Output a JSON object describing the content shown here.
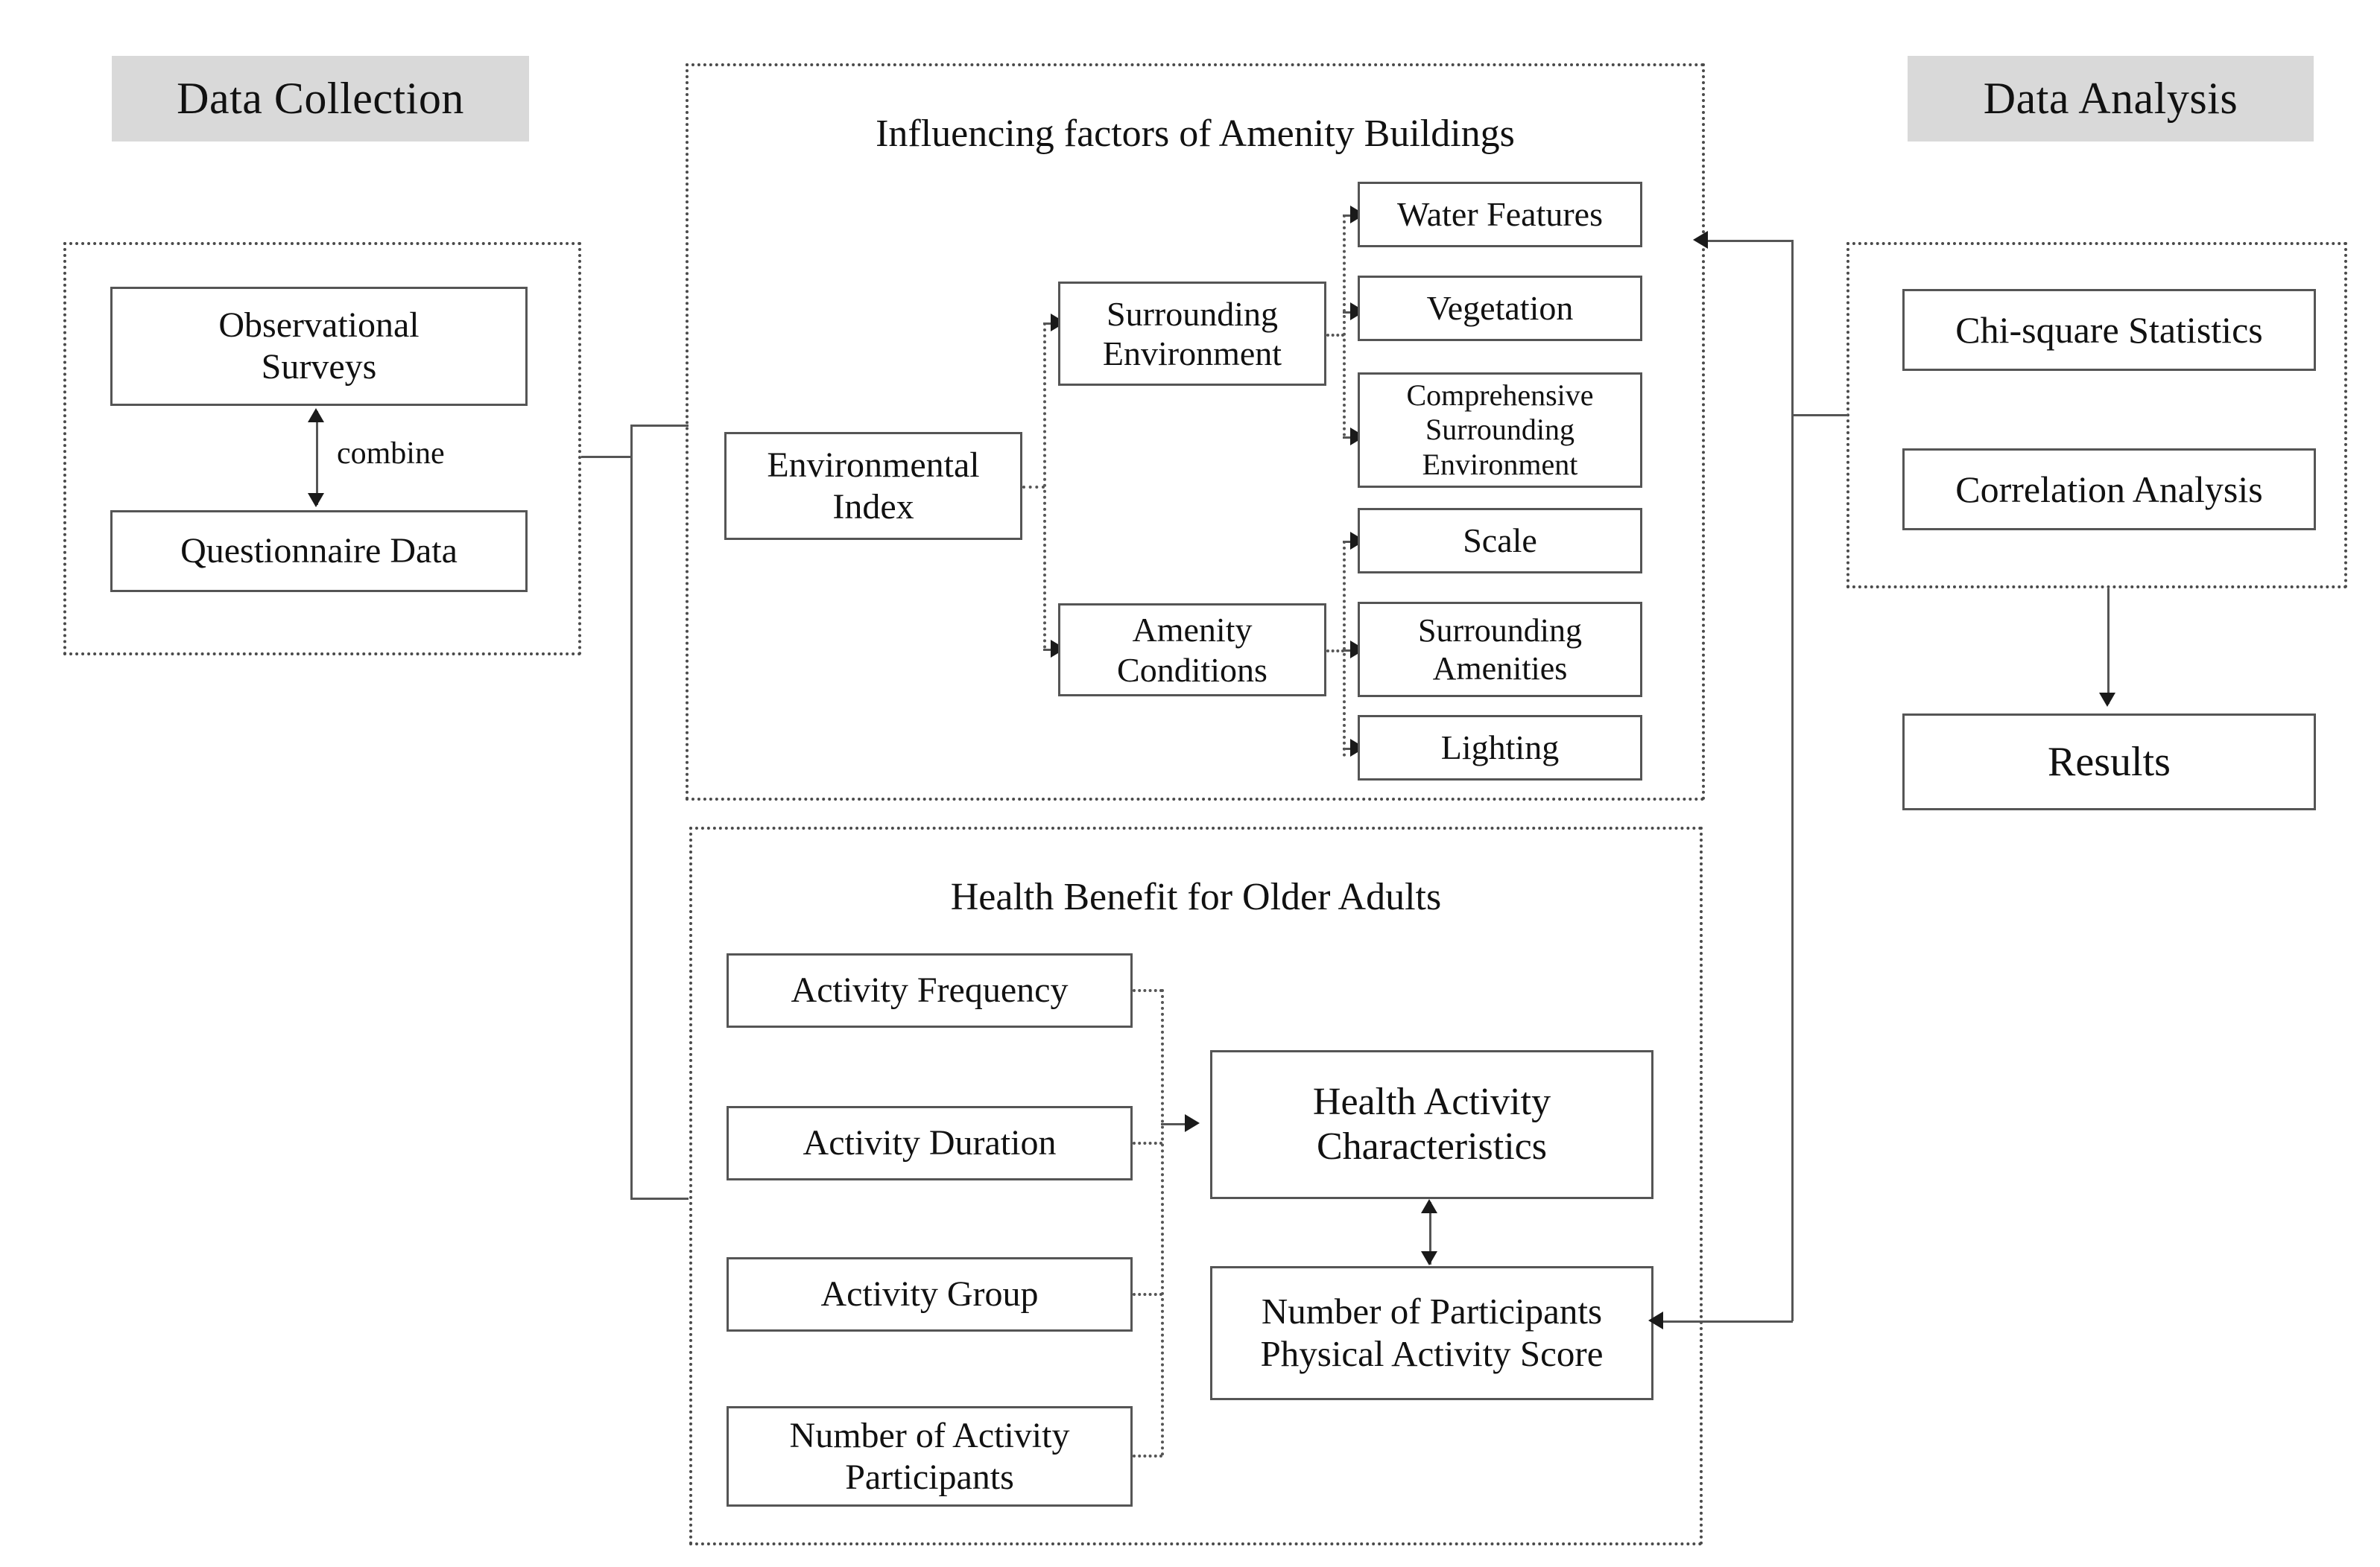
{
  "diagram": {
    "type": "research-framework-flowchart",
    "sections": {
      "data_collection": {
        "header": "Data Collection",
        "boxes": [
          {
            "label": "Observational\nSurveys"
          },
          {
            "label": "Questionnaire Data"
          }
        ],
        "edge_label": "combine"
      },
      "influencing_factors": {
        "title": "Influencing factors of Amenity Buildings",
        "root": "Environmental\nIndex",
        "categories": [
          {
            "label": "Surrounding\nEnvironment",
            "children": [
              "Water Features",
              "Vegetation",
              "Comprehensive\nSurrounding\nEnvironment"
            ]
          },
          {
            "label": "Amenity\nConditions",
            "children": [
              "Scale",
              "Surrounding\nAmenities",
              "Lighting"
            ]
          }
        ]
      },
      "health_benefit": {
        "title": "Health Benefit for Older Adults",
        "inputs": [
          "Activity Frequency",
          "Activity Duration",
          "Activity Group",
          "Number of Activity\nParticipants"
        ],
        "outputs": [
          "Health Activity\nCharacteristics",
          "Number of Participants\nPhysical Activity Score"
        ]
      },
      "data_analysis": {
        "header": "Data Analysis",
        "boxes": [
          "Chi-square Statistics",
          "Correlation Analysis"
        ],
        "result": "Results"
      }
    },
    "colors": {
      "band_background": "#d9d9d9",
      "box_border": "#555555",
      "panel_border": "#4a4a4a",
      "text": "#111111",
      "page_background": "#ffffff"
    }
  }
}
